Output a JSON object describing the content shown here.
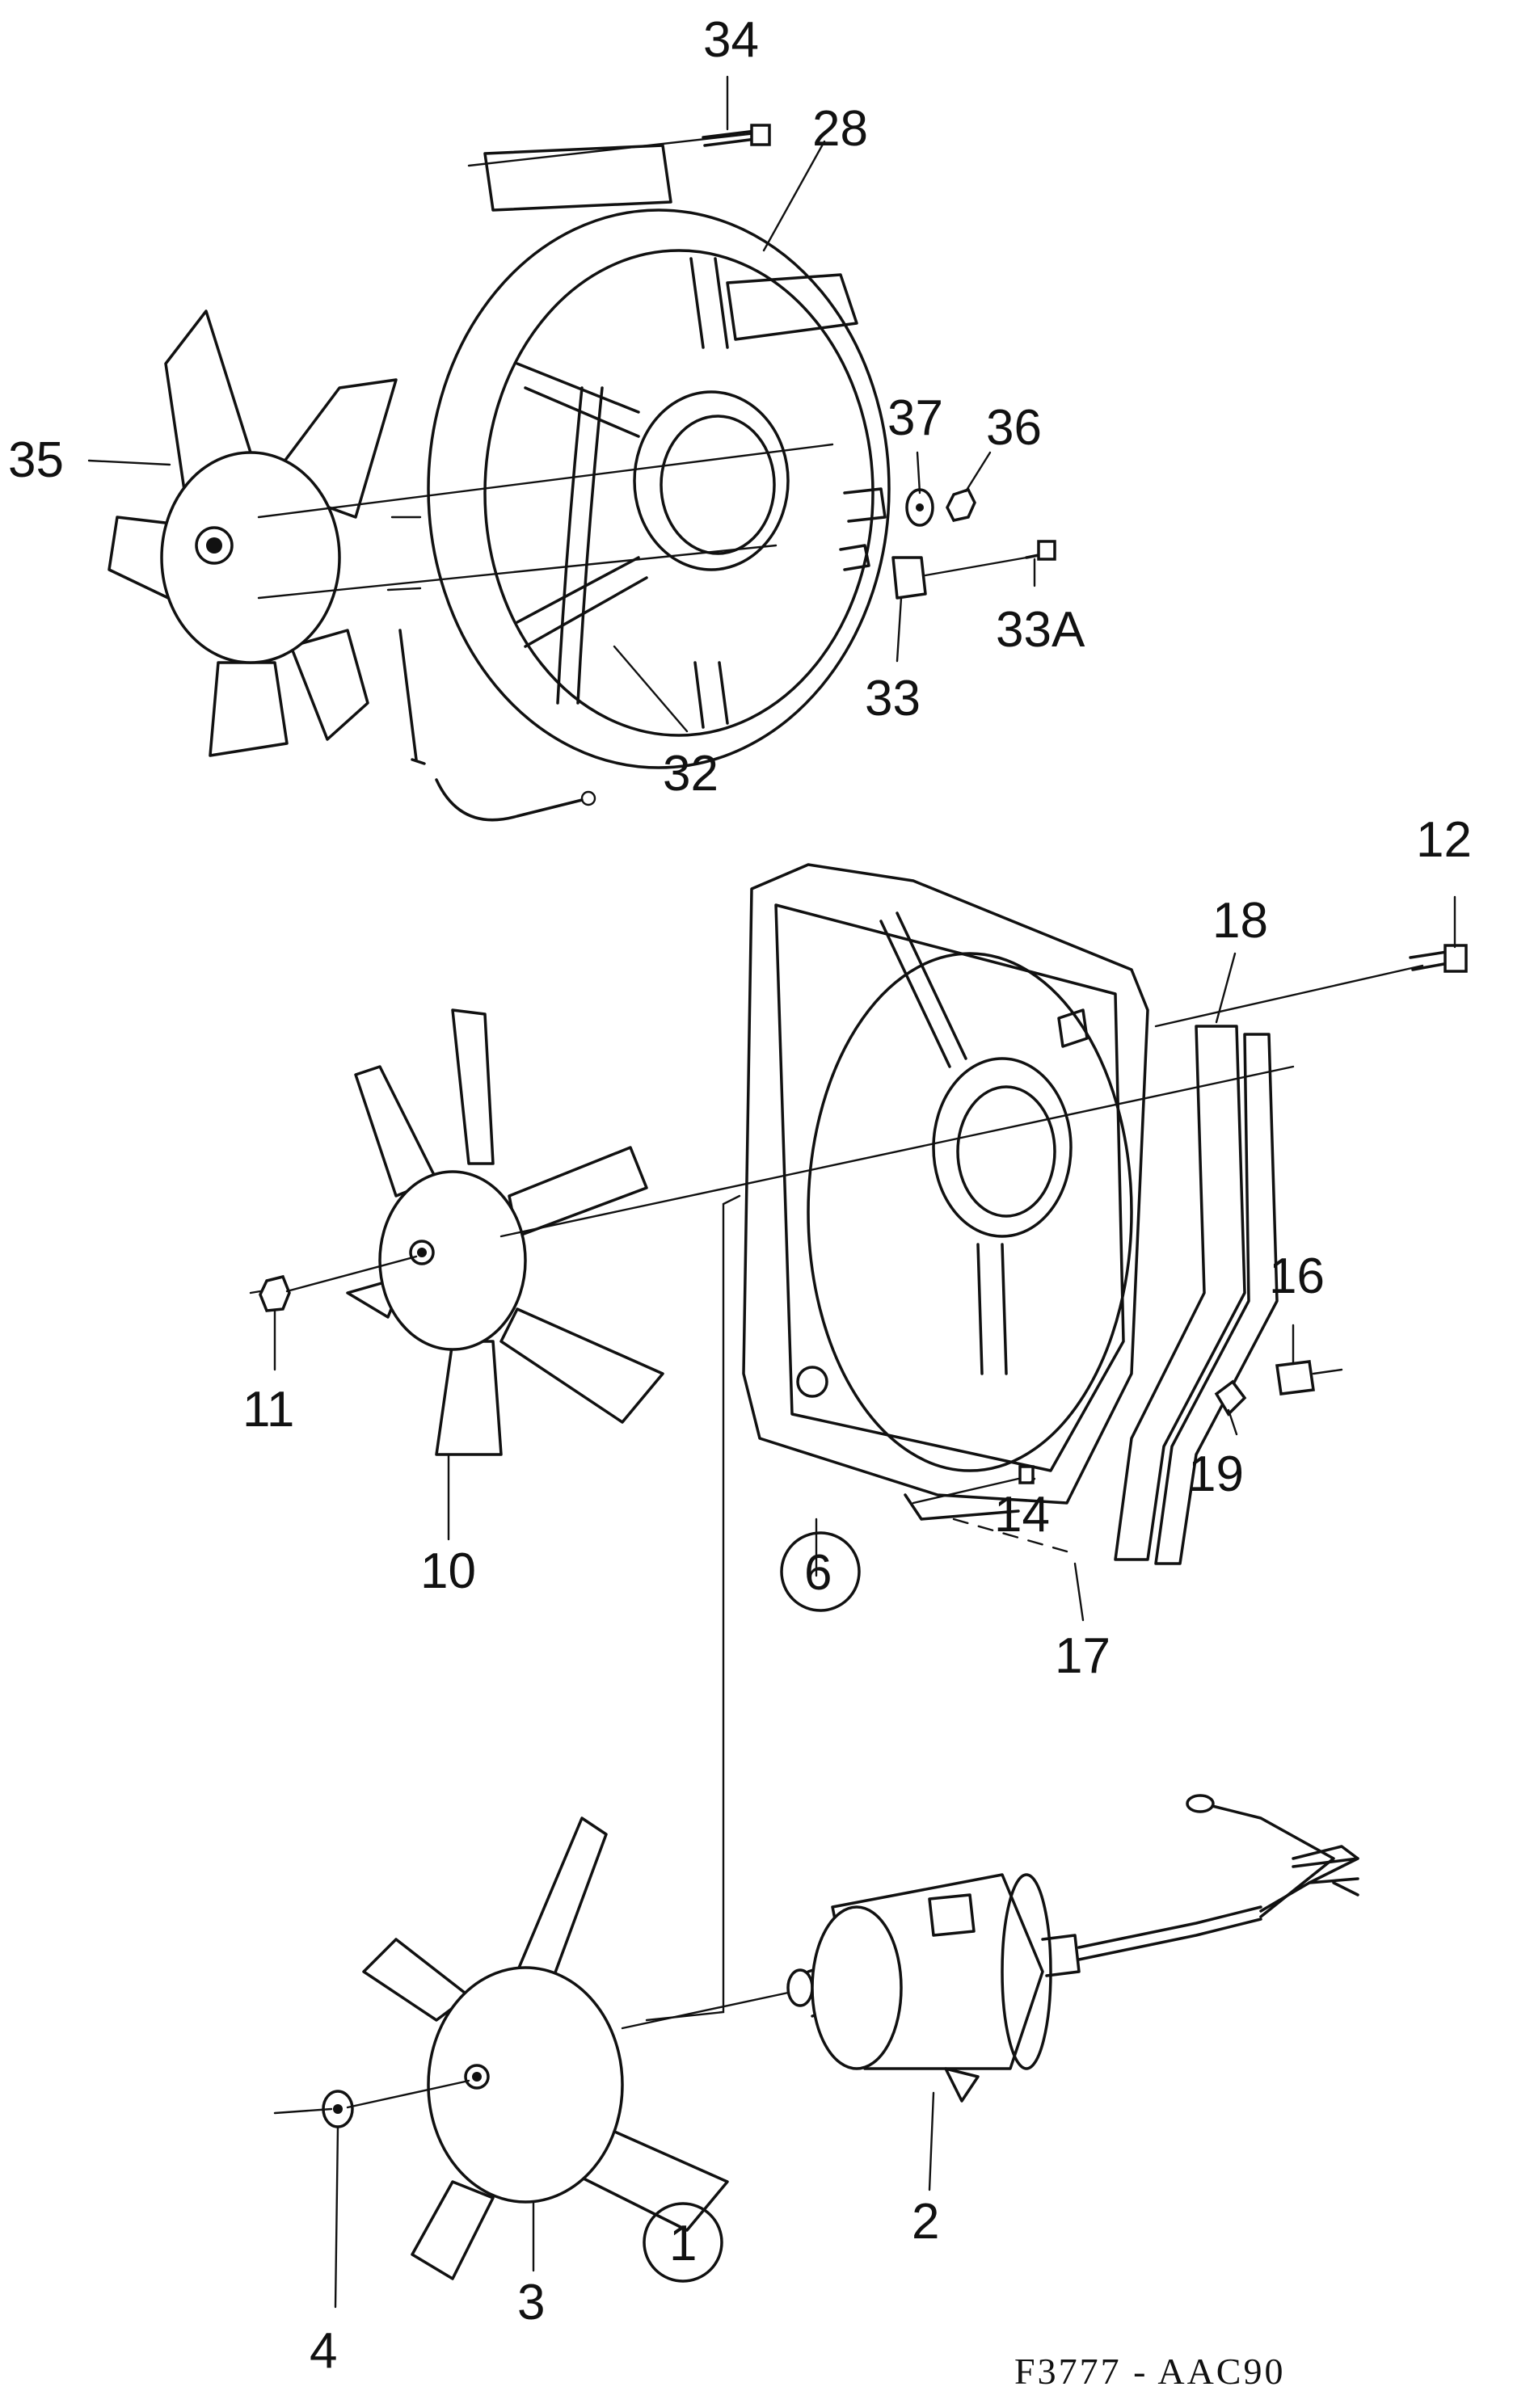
{
  "callouts": {
    "c34": "34",
    "c28": "28",
    "c35": "35",
    "c37": "37",
    "c36": "36",
    "c33A": "33A",
    "c33": "33",
    "c32": "32",
    "c12": "12",
    "c18": "18",
    "c16": "16",
    "c11": "11",
    "c19": "19",
    "c14": "14",
    "c10": "10",
    "c6": "6",
    "c17": "17",
    "c2": "2",
    "c1": "1",
    "c3": "3",
    "c4": "4"
  },
  "reference_code": "F3777 - AAC90"
}
